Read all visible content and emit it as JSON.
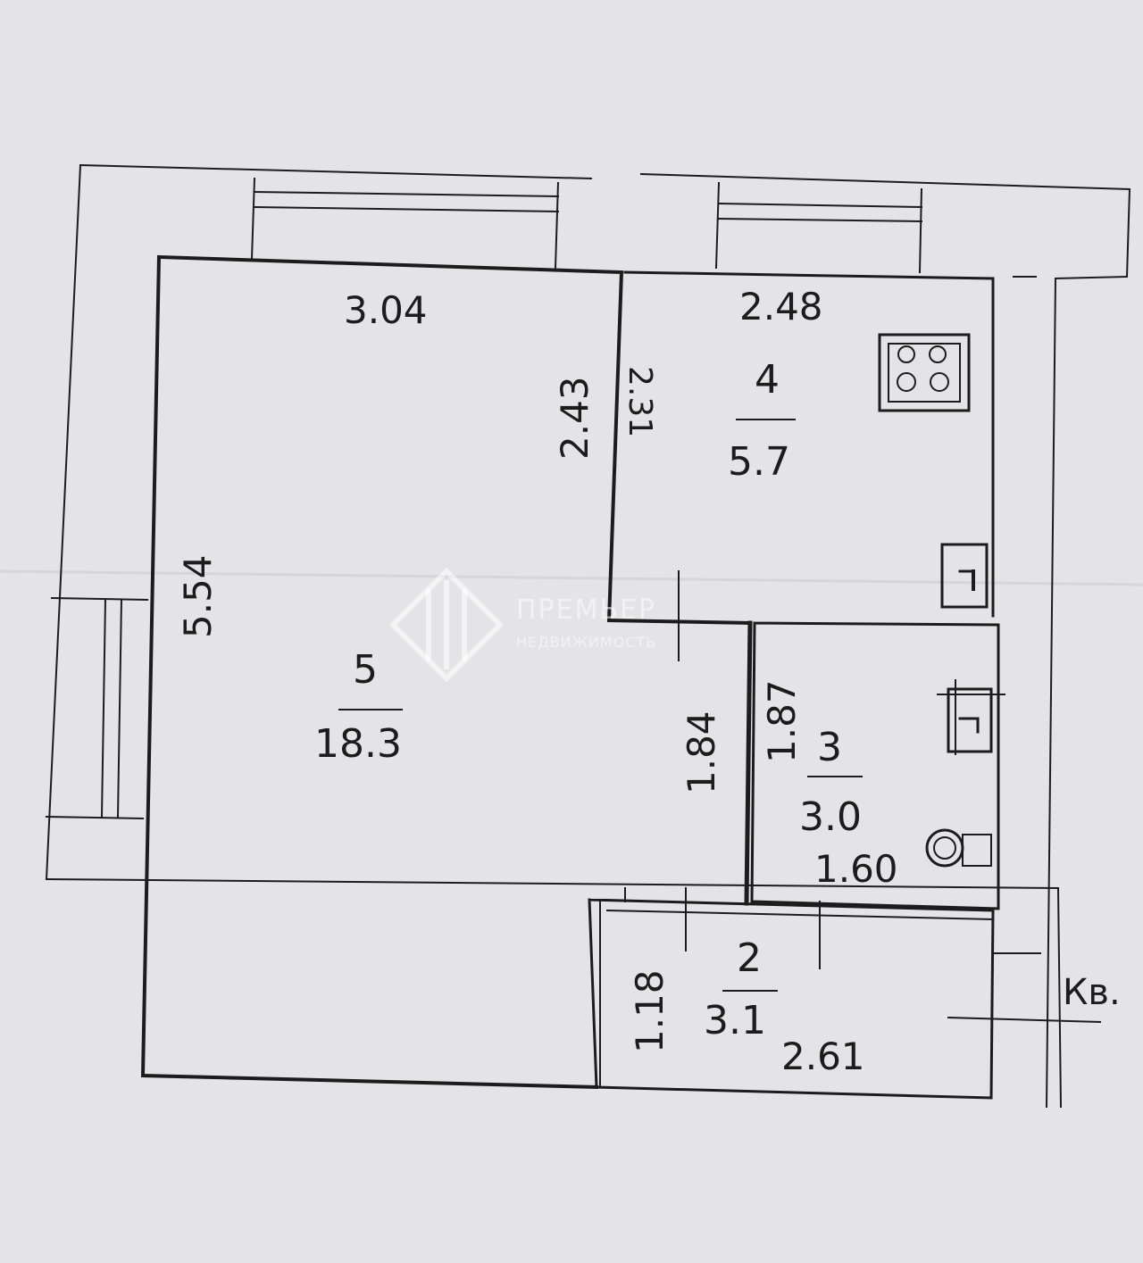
{
  "rooms": [
    {
      "number": "5",
      "area": "18.3"
    },
    {
      "number": "4",
      "area": "5.7"
    },
    {
      "number": "3",
      "area": "3.0"
    },
    {
      "number": "2",
      "area": "3.1"
    }
  ],
  "dimensions": {
    "room5_top": "3.04",
    "room5_right": "2.43",
    "room5_left": "5.54",
    "room5_mid_right": "1.84",
    "room4_top": "2.48",
    "room4_left": "2.31",
    "room3_left": "1.87",
    "room3_bottom": "1.60",
    "room2_left": "1.18",
    "room2_bottom": "2.61"
  },
  "labels": {
    "apartment": "Кв."
  },
  "watermark": {
    "line1": "ПРЕМЬЕР",
    "line2": "НЕДВИЖИМОСТЬ"
  },
  "colors": {
    "paper": "#e4e3e8",
    "ink": "#1c1c1e",
    "watermark": "#ffffff"
  }
}
